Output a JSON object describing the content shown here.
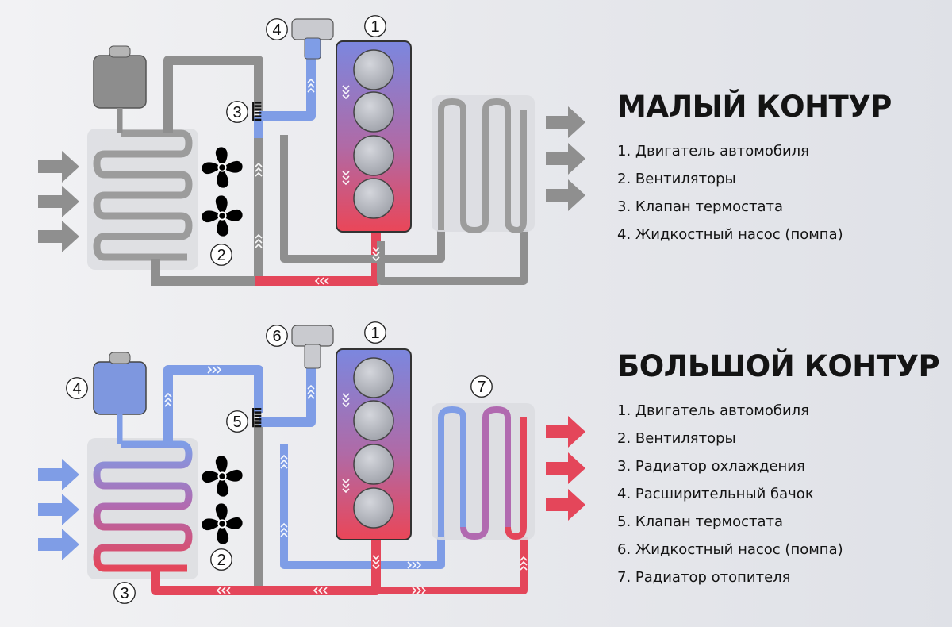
{
  "small_circuit": {
    "title": "МАЛЫЙ КОНТУР",
    "items": [
      "1. Двигатель автомобиля",
      "2. Вентиляторы",
      "3. Клапан термостата",
      "4. Жидкостный насос (помпа)"
    ],
    "markers": [
      "1",
      "2",
      "3",
      "4"
    ]
  },
  "large_circuit": {
    "title": "БОЛЬШОЙ КОНТУР",
    "items": [
      "1. Двигатель автомобиля",
      "2. Вентиляторы",
      "3. Радиатор охлаждения",
      "4. Расширительный бачок",
      "5. Клапан термостата",
      "6. Жидкостный насос (помпа)",
      "7. Радиатор отопителя"
    ],
    "markers": [
      "1",
      "2",
      "3",
      "4",
      "5",
      "6",
      "7"
    ]
  },
  "colors": {
    "cold": "#7f9de6",
    "hot": "#e4465a",
    "neutral": "#8f8f8f",
    "engine_top": "#7b87df",
    "engine_bottom": "#ea4658"
  }
}
